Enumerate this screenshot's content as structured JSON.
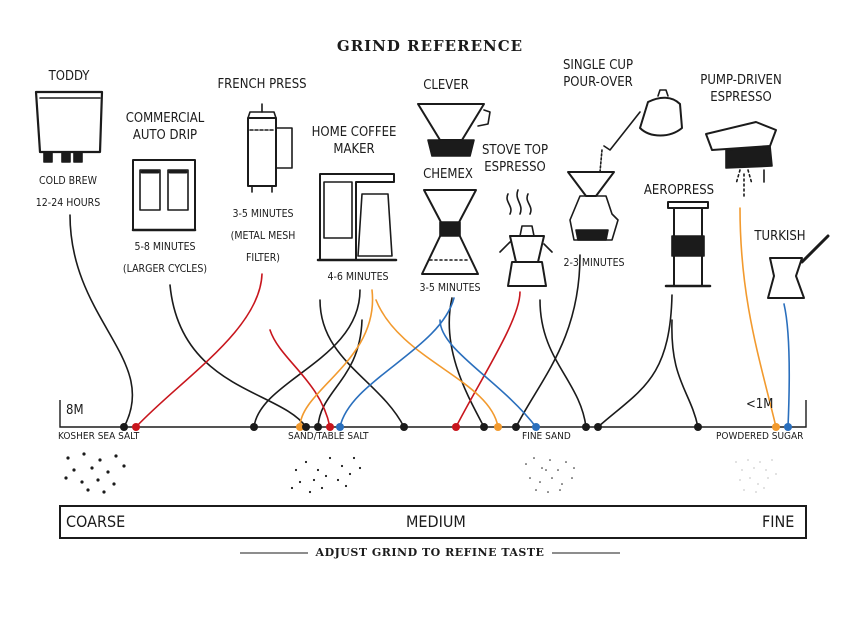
{
  "title": "GRIND REFERENCE",
  "methods": [
    {
      "name": "TODDY",
      "detail": "COLD BREW\n12-24 HOURS"
    },
    {
      "name": "COMMERCIAL\nAUTO DRIP",
      "detail": "5-8 MINUTES\n(LARGER CYCLES)"
    },
    {
      "name": "FRENCH PRESS",
      "detail": "3-5 MINUTES\n(METAL MESH\nFILTER)"
    },
    {
      "name": "HOME COFFEE\nMAKER",
      "detail": "4-6 MINUTES"
    },
    {
      "name": "CLEVER",
      "detail": ""
    },
    {
      "name": "CHEMEX",
      "detail": "3-5 MINUTES"
    },
    {
      "name": "STOVE TOP\nESPRESSO",
      "detail": ""
    },
    {
      "name": "SINGLE CUP\nPOUR-OVER",
      "detail": "2-3 MINUTES"
    },
    {
      "name": "AEROPRESS",
      "detail": ""
    },
    {
      "name": "PUMP-DRIVEN\nESPRESSO",
      "detail": ""
    },
    {
      "name": "TURKISH",
      "detail": ""
    }
  ],
  "scale": {
    "left_end": "8M",
    "right_end": "<1M",
    "references": [
      "KOSHER SEA SALT",
      "SAND/TABLE SALT",
      "FINE SAND",
      "POWDERED SUGAR"
    ]
  },
  "bar": {
    "coarse": "COARSE",
    "medium": "MEDIUM",
    "fine": "FINE"
  },
  "footer": "ADJUST GRIND TO REFINE TASTE",
  "colors": {
    "ink": "#1b1b1b",
    "red": "#c8161d",
    "orange": "#f29a2e",
    "blue": "#2a6fbd"
  }
}
